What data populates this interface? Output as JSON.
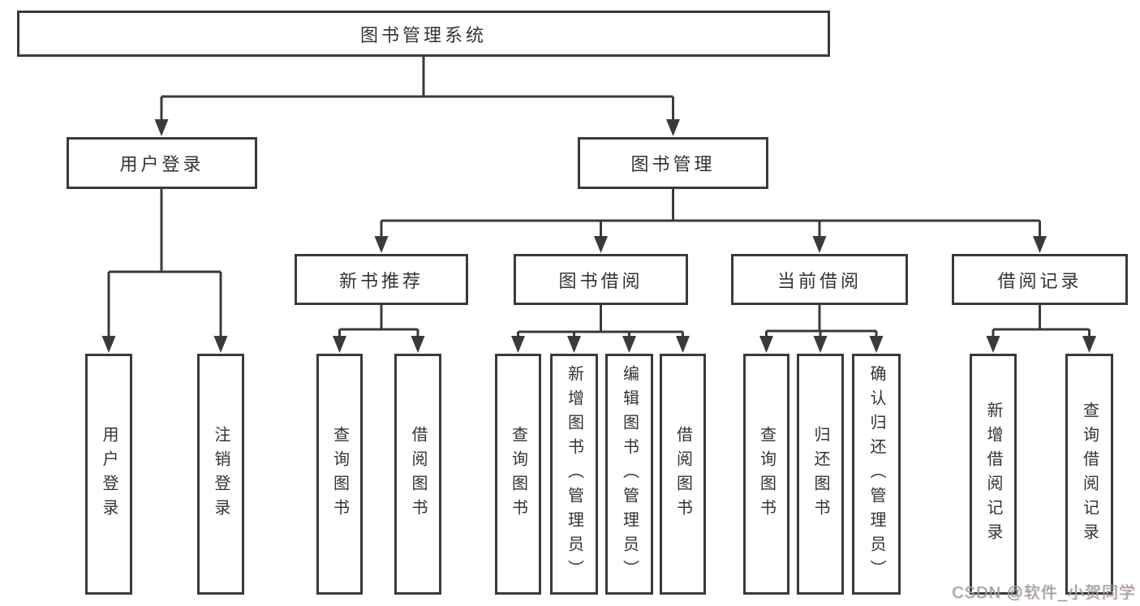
{
  "colors": {
    "line": "#3a3a3a",
    "box_border": "#3a3a3a",
    "box_background": "#ffffff",
    "text": "#333333",
    "watermark": "#a0a0a0",
    "background": "#ffffff"
  },
  "tree": {
    "root": {
      "label": "图书管理系统",
      "children": [
        {
          "label": "用户登录",
          "children": [
            {
              "label": "用户登录"
            },
            {
              "label": "注销登录"
            }
          ]
        },
        {
          "label": "图书管理",
          "children": [
            {
              "label": "新书推荐",
              "children": [
                {
                  "label": "查询图书"
                },
                {
                  "label": "借阅图书"
                }
              ]
            },
            {
              "label": "图书借阅",
              "children": [
                {
                  "label": "查询图书"
                },
                {
                  "label": "新增图书（管理员）"
                },
                {
                  "label": "编辑图书（管理员）"
                },
                {
                  "label": "借阅图书"
                }
              ]
            },
            {
              "label": "当前借阅",
              "children": [
                {
                  "label": "查询图书"
                },
                {
                  "label": "归还图书"
                },
                {
                  "label": "确认归还（管理员）"
                }
              ]
            },
            {
              "label": "借阅记录",
              "children": [
                {
                  "label": "新增借阅记录"
                },
                {
                  "label": "查询借阅记录"
                }
              ]
            }
          ]
        }
      ]
    }
  },
  "watermark": {
    "text": "CSDN @软件_小贺同学"
  }
}
